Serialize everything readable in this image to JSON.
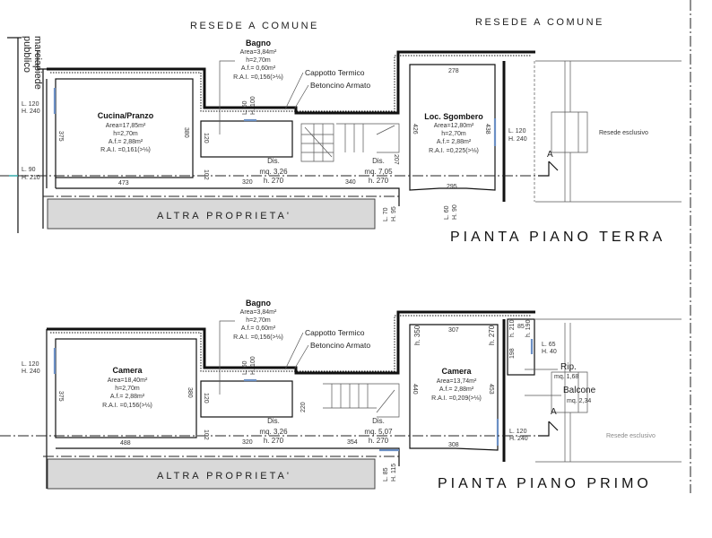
{
  "header": {
    "left": "RESEDE A COMUNE",
    "right": "RESEDE A COMUNE"
  },
  "street": "marciapiede pubblico",
  "ground_floor": {
    "title": "PIANTA PIANO TERRA",
    "neighbor": "ALTRA PROPRIETA'",
    "annotations": {
      "insulation": "Cappotto Termico",
      "concrete": "Betoncino Armato"
    },
    "rooms": [
      {
        "name": "Cucina/Pranzo",
        "lines": [
          "Area=17,85m²",
          "h=2,70m",
          "A.f.= 2,88m²",
          "R.A.I. =0,161(>⅛)"
        ]
      },
      {
        "name": "Bagno",
        "lines": [
          "Area=3,84m²",
          "h=2,70m",
          "A.f.= 0,60m²",
          "R.A.I. =0,156(>⅛)"
        ]
      },
      {
        "name": "Loc. Sgombero",
        "lines": [
          "Area=12,80m²",
          "h=2,70m",
          "A.f.= 2,88m²",
          "R.A.I. =0,225(>⅛)"
        ]
      }
    ],
    "corridors": [
      {
        "name": "Dis.",
        "area": "mq. 3,26",
        "height": "h. 270"
      },
      {
        "name": "Dis.",
        "area": "mq. 7,05",
        "height": "h. 270"
      }
    ],
    "windows": [
      {
        "w": "L. 120",
        "h": "H. 240"
      },
      {
        "w": "L. 90",
        "h": "H. 210"
      },
      {
        "w": "L. 60",
        "h": "H. 100"
      },
      {
        "w": "L. 70",
        "h": "H. 95"
      },
      {
        "w": "L. 60",
        "h": "H. 90"
      },
      {
        "w": "L. 120",
        "h": "H. 240"
      }
    ],
    "dims": [
      "375",
      "380",
      "120",
      "473",
      "102",
      "320",
      "340",
      "278",
      "426",
      "438",
      "207",
      "295"
    ],
    "resede": "Resede esclusivo",
    "section": "A"
  },
  "first_floor": {
    "title": "PIANTA PIANO PRIMO",
    "neighbor": "ALTRA PROPRIETA'",
    "annotations": {
      "insulation": "Cappotto Termico",
      "concrete": "Betoncino Armato"
    },
    "rooms": [
      {
        "name": "Camera",
        "lines": [
          "Area=18,40m²",
          "h=2,70m",
          "A.f.= 2,88m²",
          "R.A.I. =0,156(>⅛)"
        ]
      },
      {
        "name": "Bagno",
        "lines": [
          "Area=3,84m²",
          "h=2,70m",
          "A.f.= 0,60m²",
          "R.A.I. =0,156(>⅛)"
        ]
      },
      {
        "name": "Camera",
        "lines": [
          "Area=13,74m²",
          "A.f.= 2,88m²",
          "R.A.I. =0,209(>⅛)"
        ]
      }
    ],
    "corridors": [
      {
        "name": "Dis.",
        "area": "mq. 3,26",
        "height": "h. 270"
      },
      {
        "name": "Dis.",
        "area": "mq. 5,07",
        "height": "h. 270"
      }
    ],
    "windows": [
      {
        "w": "L. 120",
        "h": "H. 240"
      },
      {
        "w": "L. 60",
        "h": "H. 100"
      },
      {
        "w": "L. 85",
        "h": "H. 115"
      },
      {
        "w": "L. 65",
        "h": "H. 40"
      },
      {
        "w": "L. 120",
        "h": "H. 240"
      }
    ],
    "dims": [
      "375",
      "380",
      "120",
      "488",
      "102",
      "320",
      "220",
      "354",
      "307",
      "440",
      "453",
      "308",
      "h. 350",
      "h. 270",
      "h. 210",
      "85",
      "h. 190",
      "198"
    ],
    "rip": {
      "name": "Rip.",
      "area": "mq. 1,68"
    },
    "balcony": {
      "name": "Balcone",
      "area": "mq. 2,34"
    },
    "resede": "Resede esclusivo",
    "section": "A"
  }
}
